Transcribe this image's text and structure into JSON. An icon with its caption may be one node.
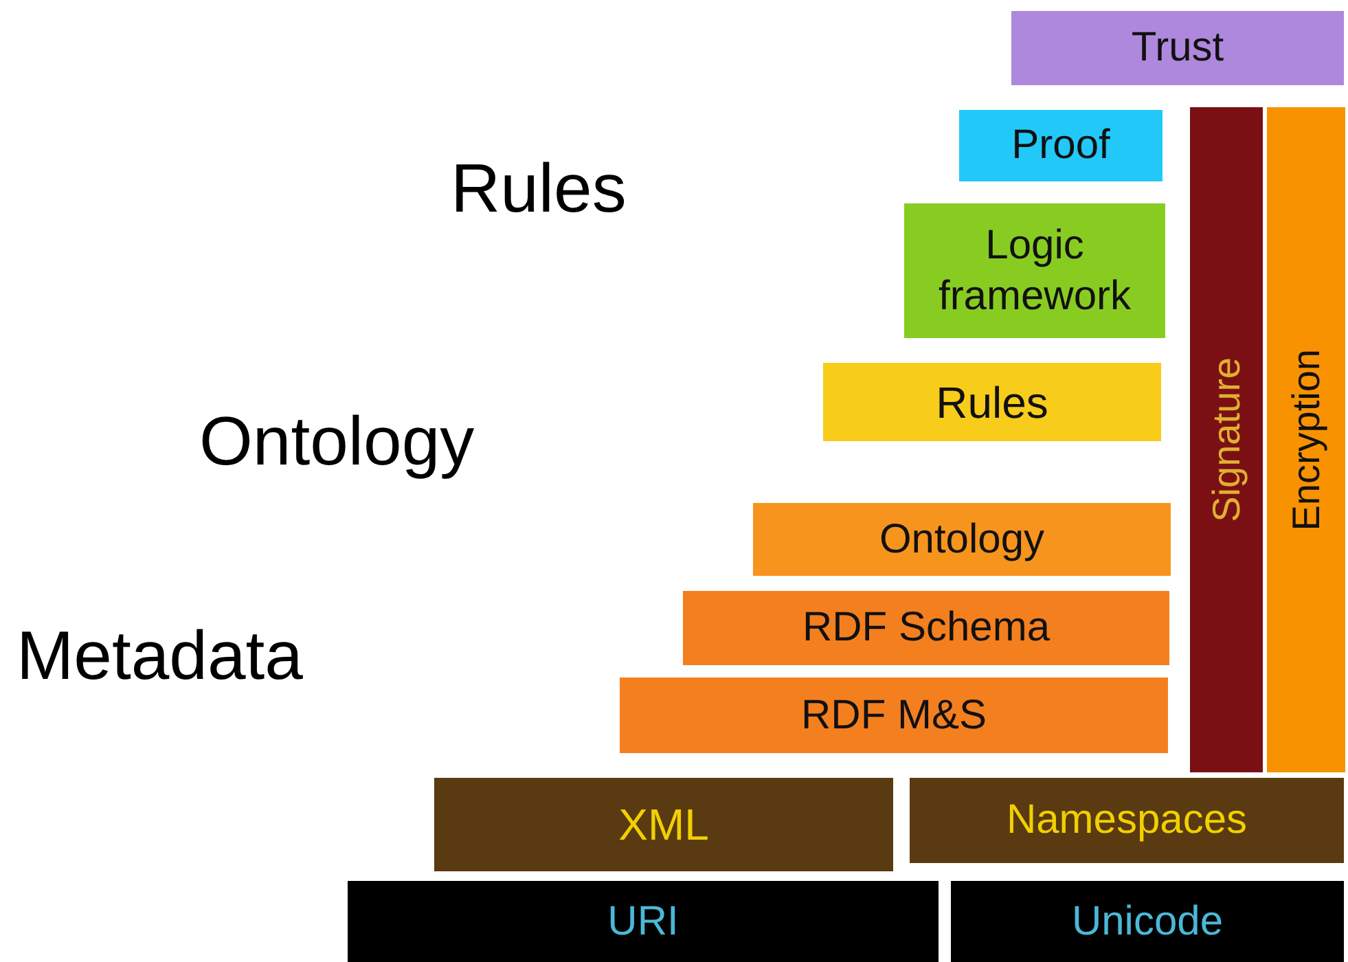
{
  "diagram": {
    "nodes": [
      {
        "text": [
          "Trust"
        ]
      },
      {
        "text": [
          "Proof"
        ]
      },
      {
        "text": [
          "Logic framework"
        ]
      },
      {
        "text": [
          "Rules"
        ]
      },
      {
        "text": [
          "Signature"
        ]
      },
      {
        "text": [
          "Encryption"
        ]
      },
      {
        "text": [
          "Ontology"
        ]
      },
      {
        "text": [
          "RDF Schema"
        ]
      },
      {
        "text": [
          "RDF M&S"
        ]
      },
      {
        "text": [
          "XML"
        ]
      },
      {
        "text": [
          "Namespaces"
        ]
      },
      {
        "text": [
          "URI"
        ]
      },
      {
        "text": [
          "Unicode"
        ]
      }
    ],
    "labels": [
      "Rules",
      "Ontology",
      "Metadata"
    ]
  }
}
